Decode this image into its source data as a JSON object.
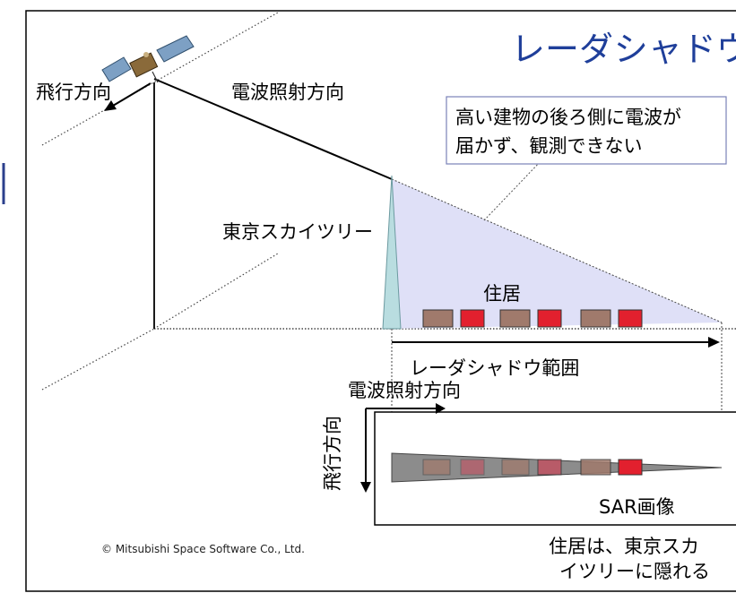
{
  "title": "レーダシャドウ",
  "labels": {
    "flight_direction": "飛行方向",
    "irradiation_direction": "電波照射方向",
    "callout_line1": "高い建物の後ろ側に電波が",
    "callout_line2": "届かず、観測できない",
    "tower": "東京スカイツリー",
    "houses": "住居",
    "shadow_range": "レーダシャドウ範囲",
    "sar_irradiation_direction": "電波照射方向",
    "sar_flight_direction": "飛行方向",
    "sar_image": "SAR画像",
    "copyright": "© Mitsubishi Space Software Co., Ltd.",
    "note_line1": "住居は、東京スカ",
    "note_line2": "イツリーに隠れる"
  },
  "colors": {
    "title": "#1f3f9a",
    "shadow_fill": "#dfe0f7",
    "tower_fill": "#b9dde0",
    "house_brown": "#a07a6c",
    "house_red": "#e2202e",
    "sar_gray": "#8c8c8c"
  }
}
